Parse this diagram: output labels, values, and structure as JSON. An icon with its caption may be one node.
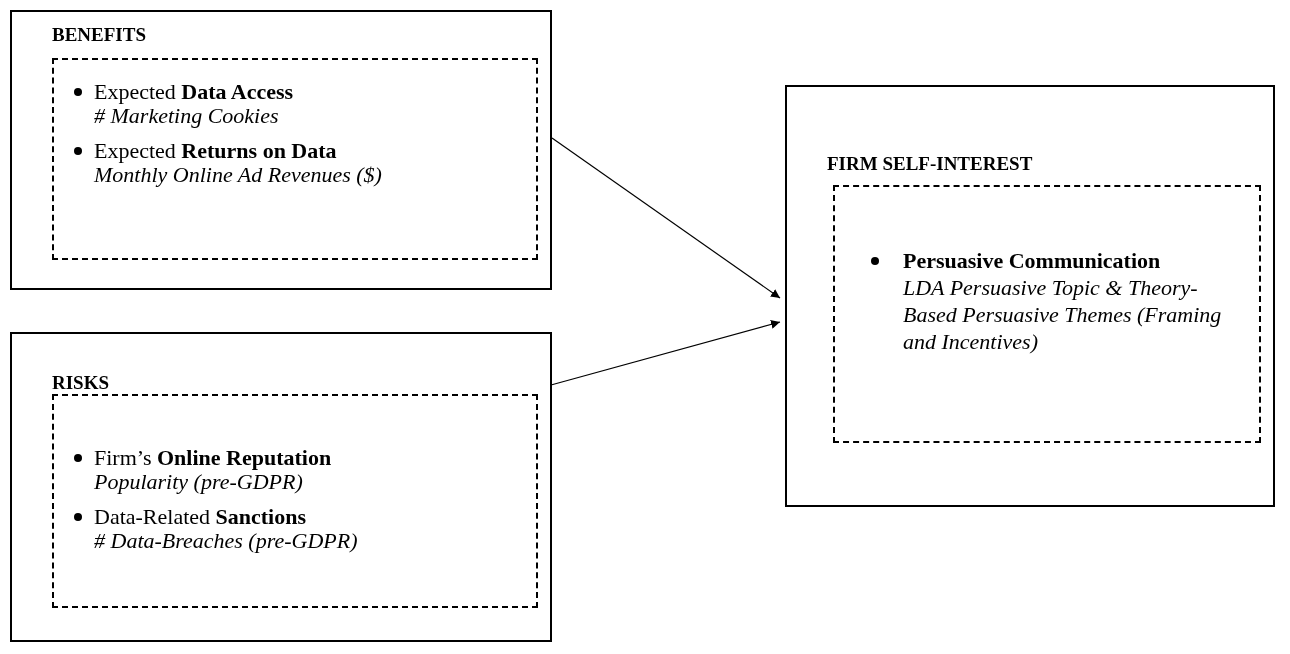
{
  "diagram": {
    "nodes": [
      {
        "text": [
          "BENEFITS"
        ]
      },
      {
        "text": [
          "Expected **Data Access**",
          "# Marketing Cookies",
          "Expected **Returns on Data**",
          "Monthly Online Ad Revenues ($)"
        ],
        "in": 0
      },
      {
        "text": [
          "RISKS"
        ]
      },
      {
        "text": [
          "Firm’s **Online Reputation**",
          "Popularity (pre-GDPR)",
          "Data-Related **Sanctions**",
          "# Data-Breaches (pre-GDPR)"
        ],
        "in": 2
      },
      {
        "text": [
          "FIRM SELF-INTEREST"
        ]
      },
      {
        "text": [
          "**Persuasive Communication**",
          "LDA Persuasive Topic & Theory-Based Persuasive Themes (Framing and Incentives)"
        ],
        "in": 4
      }
    ],
    "edges": [
      {
        "from": 0,
        "to": 4,
        "arrow": "to"
      },
      {
        "from": 2,
        "to": 4,
        "arrow": "to"
      }
    ]
  }
}
